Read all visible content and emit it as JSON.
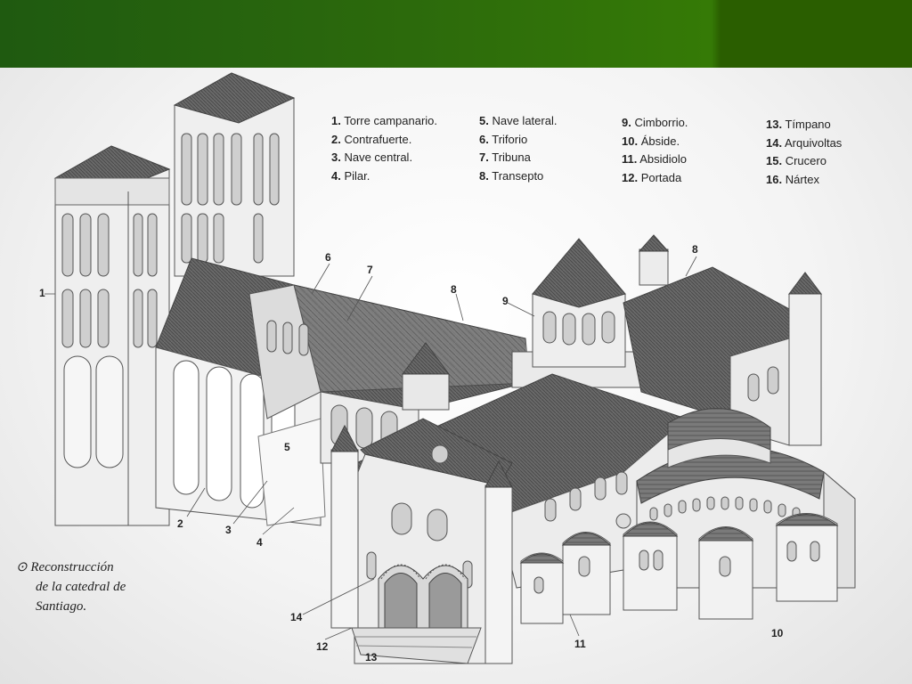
{
  "legend": [
    {
      "col": 0,
      "items": [
        {
          "num": "1.",
          "text": "Torre campanario."
        },
        {
          "num": "2.",
          "text": "Contrafuerte."
        },
        {
          "num": "3.",
          "text": "Nave central."
        },
        {
          "num": "4.",
          "text": "Pilar."
        }
      ]
    },
    {
      "col": 1,
      "items": [
        {
          "num": "5.",
          "text": "Nave lateral."
        },
        {
          "num": "6.",
          "text": "Triforio"
        },
        {
          "num": "7.",
          "text": "Tribuna"
        },
        {
          "num": "8.",
          "text": "Transepto"
        }
      ]
    },
    {
      "col": 2,
      "items": [
        {
          "num": "9.",
          "text": "Cimborrio."
        },
        {
          "num": "10.",
          "text": "Ábside."
        },
        {
          "num": "11.",
          "text": "Absidiolo"
        },
        {
          "num": "12.",
          "text": "Portada"
        }
      ]
    },
    {
      "col": 3,
      "items": [
        {
          "num": "13.",
          "text": "Tímpano"
        },
        {
          "num": "14.",
          "text": "Arquivoltas"
        },
        {
          "num": "15.",
          "text": "Crucero"
        },
        {
          "num": "16.",
          "text": "Nártex"
        }
      ]
    }
  ],
  "caption": {
    "symbol": "⊙",
    "line1": "Reconstrucción",
    "line2": "de la catedral de",
    "line3": "Santiago."
  },
  "callouts": [
    "1",
    "2",
    "3",
    "4",
    "5",
    "6",
    "7",
    "8",
    "8",
    "9",
    "10",
    "11",
    "12",
    "13",
    "14"
  ]
}
